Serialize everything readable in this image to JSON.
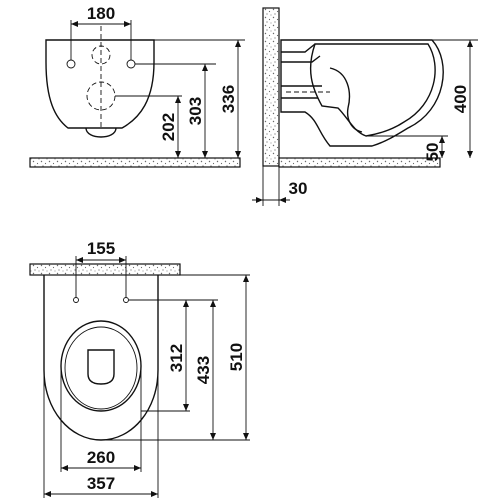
{
  "colors": {
    "ink": "#111111",
    "background": "#ffffff",
    "wall_speckle": "#6a6a6a"
  },
  "front_view": {
    "dimensions": {
      "bolt_spacing": "180",
      "bolt_height": "303",
      "inlet_height": "202",
      "total_height": "336"
    }
  },
  "side_view": {
    "dimensions": {
      "total_height": "400",
      "outlet_height": "50",
      "wall_gap": "30"
    }
  },
  "top_view": {
    "dimensions": {
      "bolt_spacing": "155",
      "seat_length": "312",
      "bowl_length": "433",
      "total_length": "510",
      "seat_width": "260",
      "total_width": "357"
    }
  }
}
